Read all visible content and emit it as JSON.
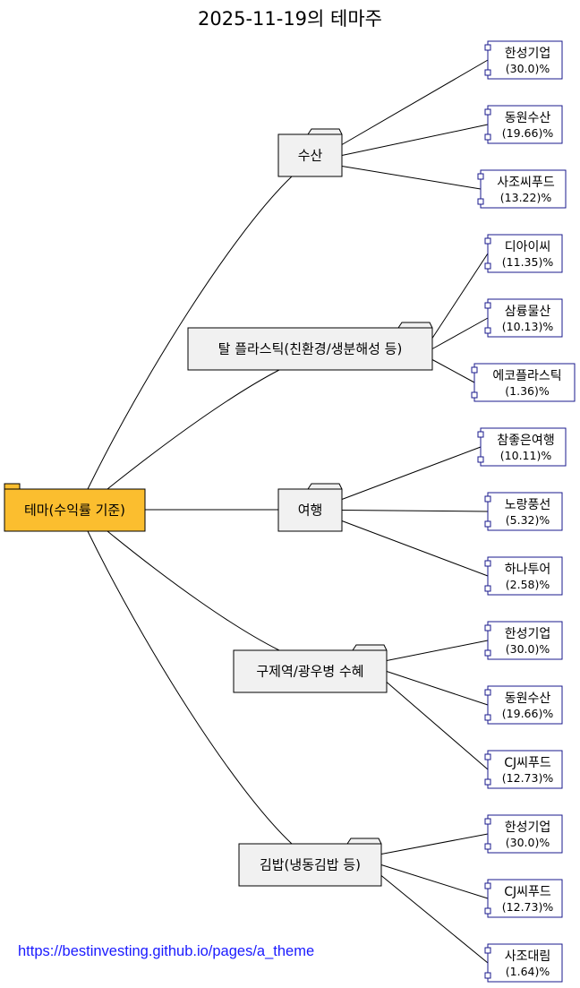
{
  "title": "2025-11-19의 테마주",
  "url": "https://bestinvesting.github.io/pages/a_theme",
  "colors": {
    "root_fill": "#fbbe2f",
    "theme_fill": "#f1f1f1",
    "stock_border": "#1a1a8c",
    "line": "#000000"
  },
  "root": {
    "label": "테마(수익률 기준)"
  },
  "themes": [
    {
      "label": "수산",
      "stocks": [
        {
          "name": "한성기업",
          "pct": "(30.0)%"
        },
        {
          "name": "동원수산",
          "pct": "(19.66)%"
        },
        {
          "name": "사조씨푸드",
          "pct": "(13.22)%"
        }
      ]
    },
    {
      "label": "탈 플라스틱(친환경/생분해성 등)",
      "stocks": [
        {
          "name": "디아이씨",
          "pct": "(11.35)%"
        },
        {
          "name": "삼륭물산",
          "pct": "(10.13)%"
        },
        {
          "name": "에코플라스틱",
          "pct": "(1.36)%"
        }
      ]
    },
    {
      "label": "여행",
      "stocks": [
        {
          "name": "참좋은여행",
          "pct": "(10.11)%"
        },
        {
          "name": "노랑풍선",
          "pct": "(5.32)%"
        },
        {
          "name": "하나투어",
          "pct": "(2.58)%"
        }
      ]
    },
    {
      "label": "구제역/광우병 수혜",
      "stocks": [
        {
          "name": "한성기업",
          "pct": "(30.0)%"
        },
        {
          "name": "동원수산",
          "pct": "(19.66)%"
        },
        {
          "name": "CJ씨푸드",
          "pct": "(12.73)%"
        }
      ]
    },
    {
      "label": "김밥(냉동김밥 등)",
      "stocks": [
        {
          "name": "한성기업",
          "pct": "(30.0)%"
        },
        {
          "name": "CJ씨푸드",
          "pct": "(12.73)%"
        },
        {
          "name": "사조대림",
          "pct": "(1.64)%"
        }
      ]
    }
  ]
}
